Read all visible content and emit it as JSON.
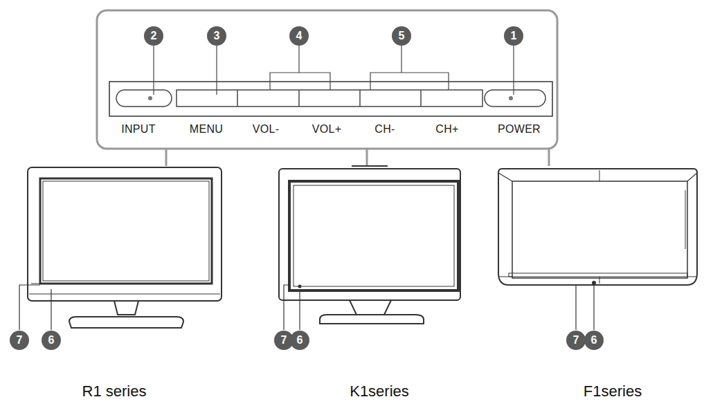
{
  "diagram": {
    "labels": [
      "2",
      "3",
      "4",
      "5",
      "1",
      "INPUT",
      "MENU",
      "VOL-",
      "VOL+",
      "CH-",
      "CH+",
      "POWER",
      "7",
      "6",
      "7",
      "6",
      "7",
      "6",
      "R1 series",
      "K1series",
      "F1series"
    ]
  }
}
